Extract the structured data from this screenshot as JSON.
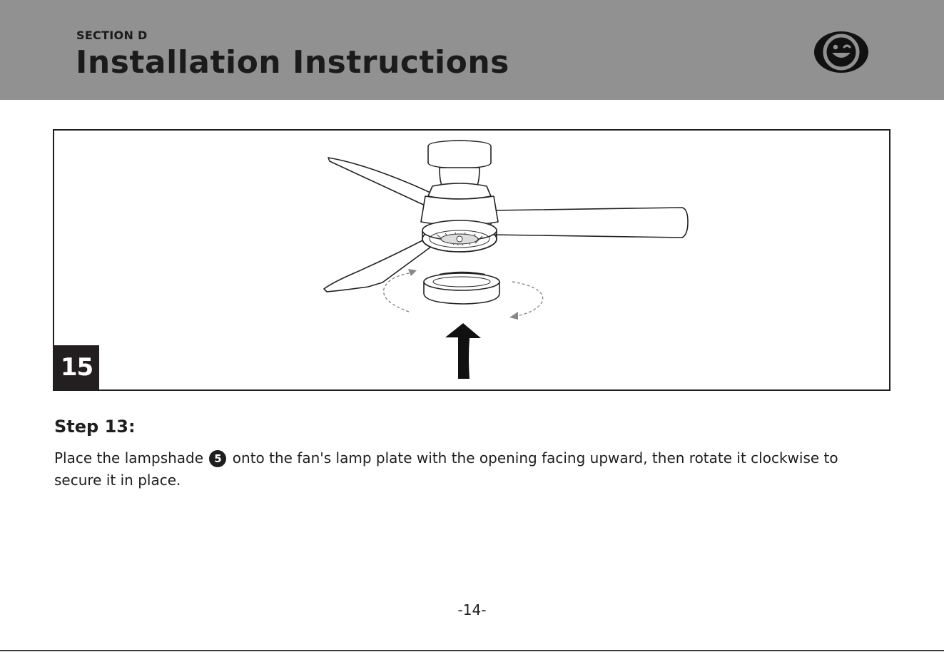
{
  "header": {
    "section_label": "SECTION D",
    "title": "Installation Instructions",
    "logo_icon": "winking-smiley-icon"
  },
  "figure": {
    "number": "15",
    "icons": [
      "ceiling-fan-illustration",
      "lampshade-illustration",
      "rotation-arrows-icon",
      "up-arrow-icon"
    ]
  },
  "step": {
    "title": "Step 13:",
    "text_before": "Place the lampshade",
    "part_number": "5",
    "text_after": "onto the fan's lamp plate with the opening facing upward, then rotate it clockwise to secure it in place."
  },
  "footer": {
    "page_number": "-14-"
  },
  "colors": {
    "header_bg": "#929191",
    "text": "#1e1e1e",
    "badge_bg": "#231f20"
  }
}
